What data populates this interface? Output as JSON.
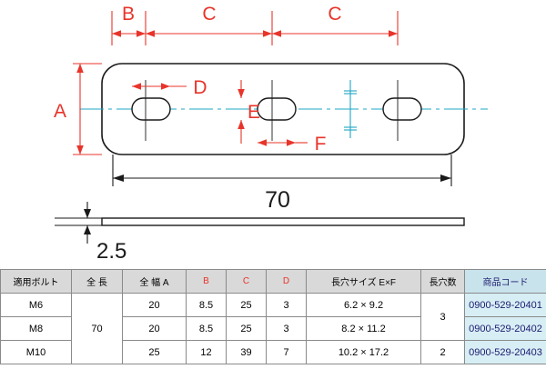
{
  "diagram": {
    "labels": {
      "A": "A",
      "B": "B",
      "C1": "C",
      "C2": "C",
      "D": "D",
      "E": "E",
      "F": "F",
      "total_length": "70",
      "thickness": "2.5"
    },
    "colors": {
      "dimension_red": "#e8342a",
      "centerline_blue": "#1ea7c4",
      "outline_black": "#1a1a1a",
      "plate_fill": "#ffffff"
    }
  },
  "table": {
    "headers": [
      "適用ボルト",
      "全 長",
      "全 幅 A",
      "B",
      "C",
      "D",
      "長穴サイズ E×F",
      "長穴数",
      "商品コード"
    ],
    "rows": [
      {
        "bolt": "M6",
        "length": "70",
        "width": "20",
        "b": "8.5",
        "c": "25",
        "d": "3",
        "slot": "6.2 × 9.2",
        "slots": "3",
        "code": "0900-529-20401"
      },
      {
        "bolt": "M8",
        "length": "",
        "width": "20",
        "b": "8.5",
        "c": "25",
        "d": "3",
        "slot": "8.2 × 11.2",
        "slots": "",
        "code": "0900-529-20402"
      },
      {
        "bolt": "M10",
        "length": "",
        "width": "25",
        "b": "12",
        "c": "39",
        "d": "7",
        "slot": "10.2 × 17.2",
        "slots": "2",
        "code": "0900-529-20403"
      }
    ]
  }
}
